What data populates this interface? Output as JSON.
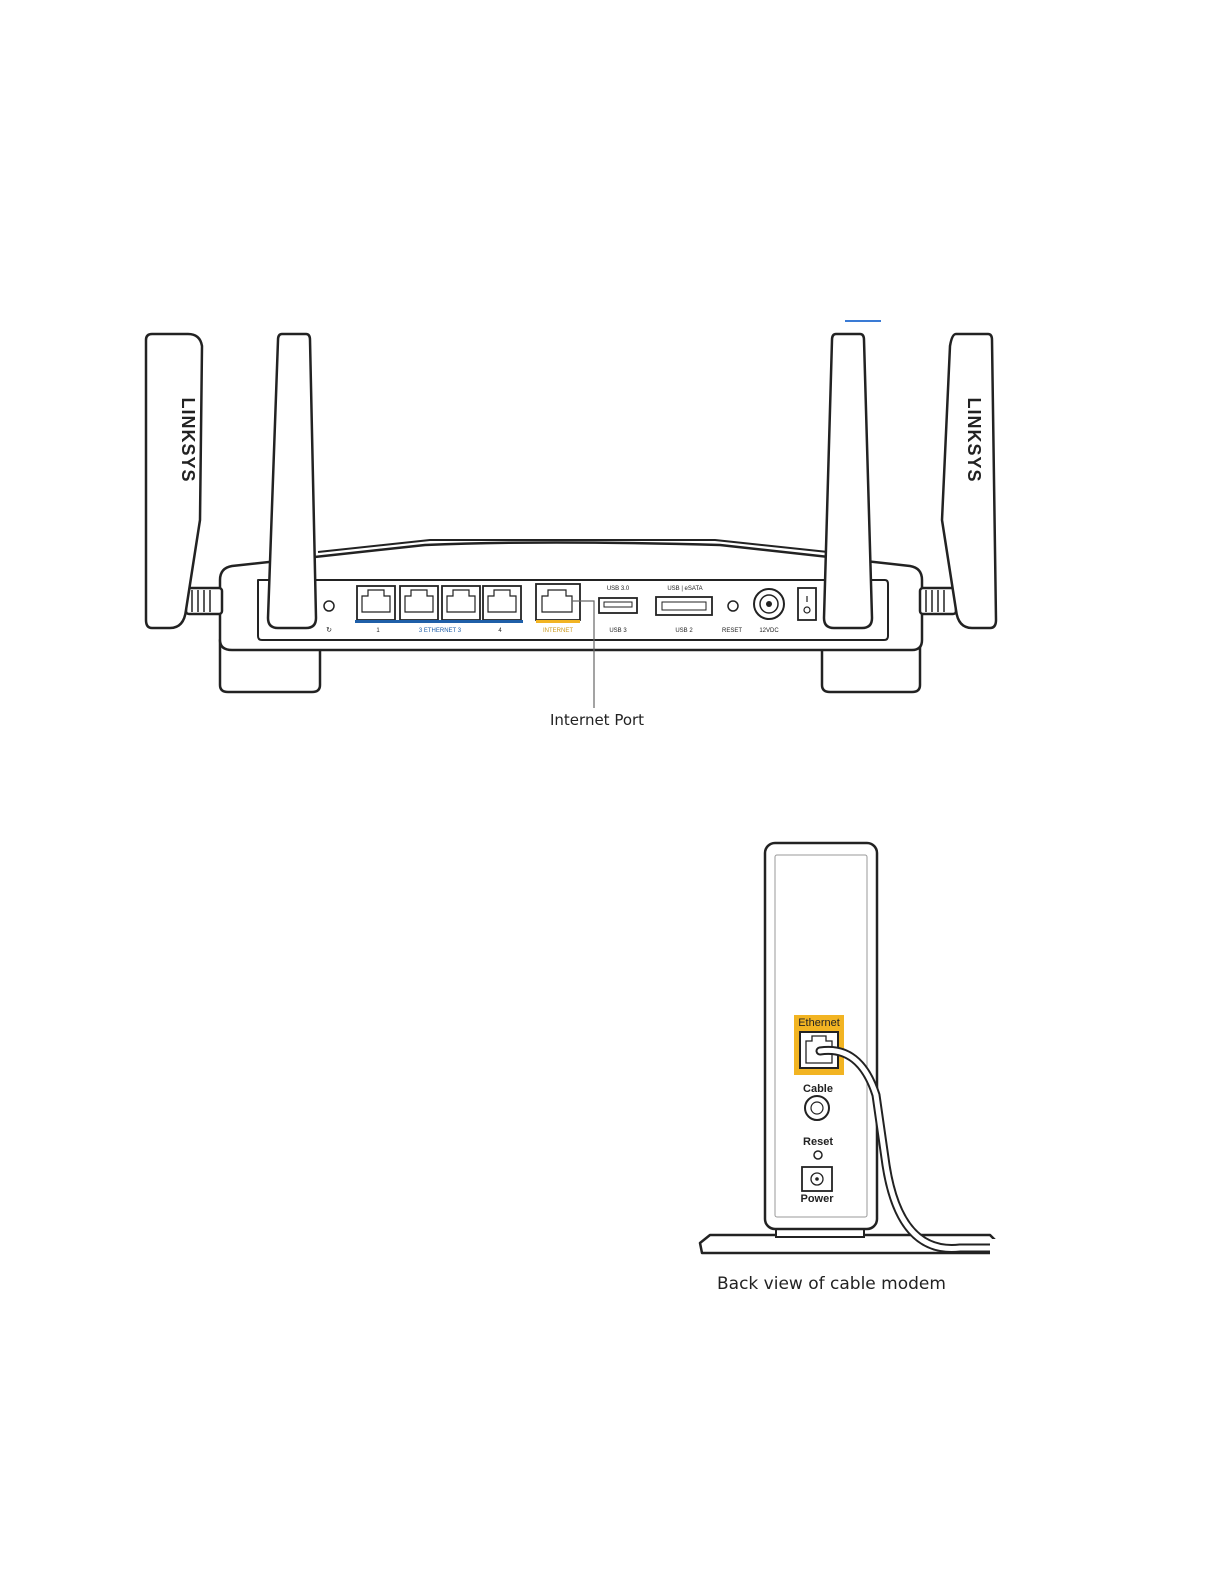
{
  "router": {
    "brand_left": "LINKSYS",
    "brand_right": "LINKSYS",
    "port_labels": {
      "eth_num_1": "1",
      "eth_mid": "3  ETHERNET  3",
      "eth_num_4": "4",
      "internet": "INTERNET",
      "usb30_top": "USB 3.0",
      "usb_bottom": "USB 3",
      "usb_esata_top": "USB | eSATA",
      "usb_esata_bottom": "USB 2",
      "reset": "RESET",
      "power": "12VDC",
      "wps": "↻"
    },
    "callout": "Internet Port"
  },
  "modem": {
    "ethernet_label": "Ethernet",
    "cable_label": "Cable",
    "reset_label": "Reset",
    "power_label": "Power",
    "caption": "Back view of cable modem"
  },
  "colors": {
    "ethernet_blue": "#1f5fa8",
    "internet_yellow": "#f2b422",
    "link_blue": "#3a7bd5"
  }
}
